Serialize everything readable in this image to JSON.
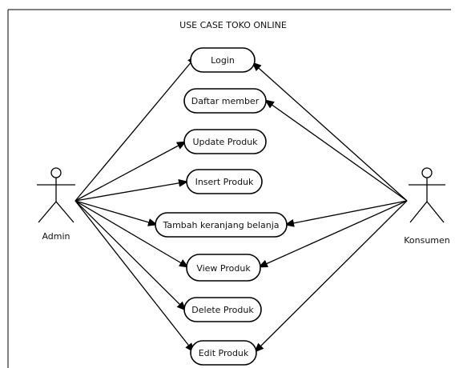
{
  "diagram": {
    "title": "USE CASE TOKO ONLINE",
    "actors": [
      {
        "id": "admin",
        "label": "Admin"
      },
      {
        "id": "konsumen",
        "label": "Konsumen"
      }
    ],
    "use_cases": [
      {
        "id": "login",
        "label": "Login"
      },
      {
        "id": "daftar-member",
        "label": "Daftar member"
      },
      {
        "id": "update-produk",
        "label": "Update Produk"
      },
      {
        "id": "insert-produk",
        "label": "Insert Produk"
      },
      {
        "id": "tambah-keranjang",
        "label": "Tambah keranjang belanja"
      },
      {
        "id": "view-produk",
        "label": "View Produk"
      },
      {
        "id": "delete-produk",
        "label": "Delete Produk"
      },
      {
        "id": "edit-produk",
        "label": "Edit Produk"
      }
    ],
    "associations": [
      {
        "from": "admin",
        "to": "login"
      },
      {
        "from": "admin",
        "to": "update-produk"
      },
      {
        "from": "admin",
        "to": "insert-produk"
      },
      {
        "from": "admin",
        "to": "tambah-keranjang"
      },
      {
        "from": "admin",
        "to": "view-produk"
      },
      {
        "from": "admin",
        "to": "delete-produk"
      },
      {
        "from": "admin",
        "to": "edit-produk"
      },
      {
        "from": "konsumen",
        "to": "login"
      },
      {
        "from": "konsumen",
        "to": "daftar-member"
      },
      {
        "from": "konsumen",
        "to": "tambah-keranjang"
      },
      {
        "from": "konsumen",
        "to": "view-produk"
      },
      {
        "from": "konsumen",
        "to": "edit-produk"
      }
    ]
  }
}
